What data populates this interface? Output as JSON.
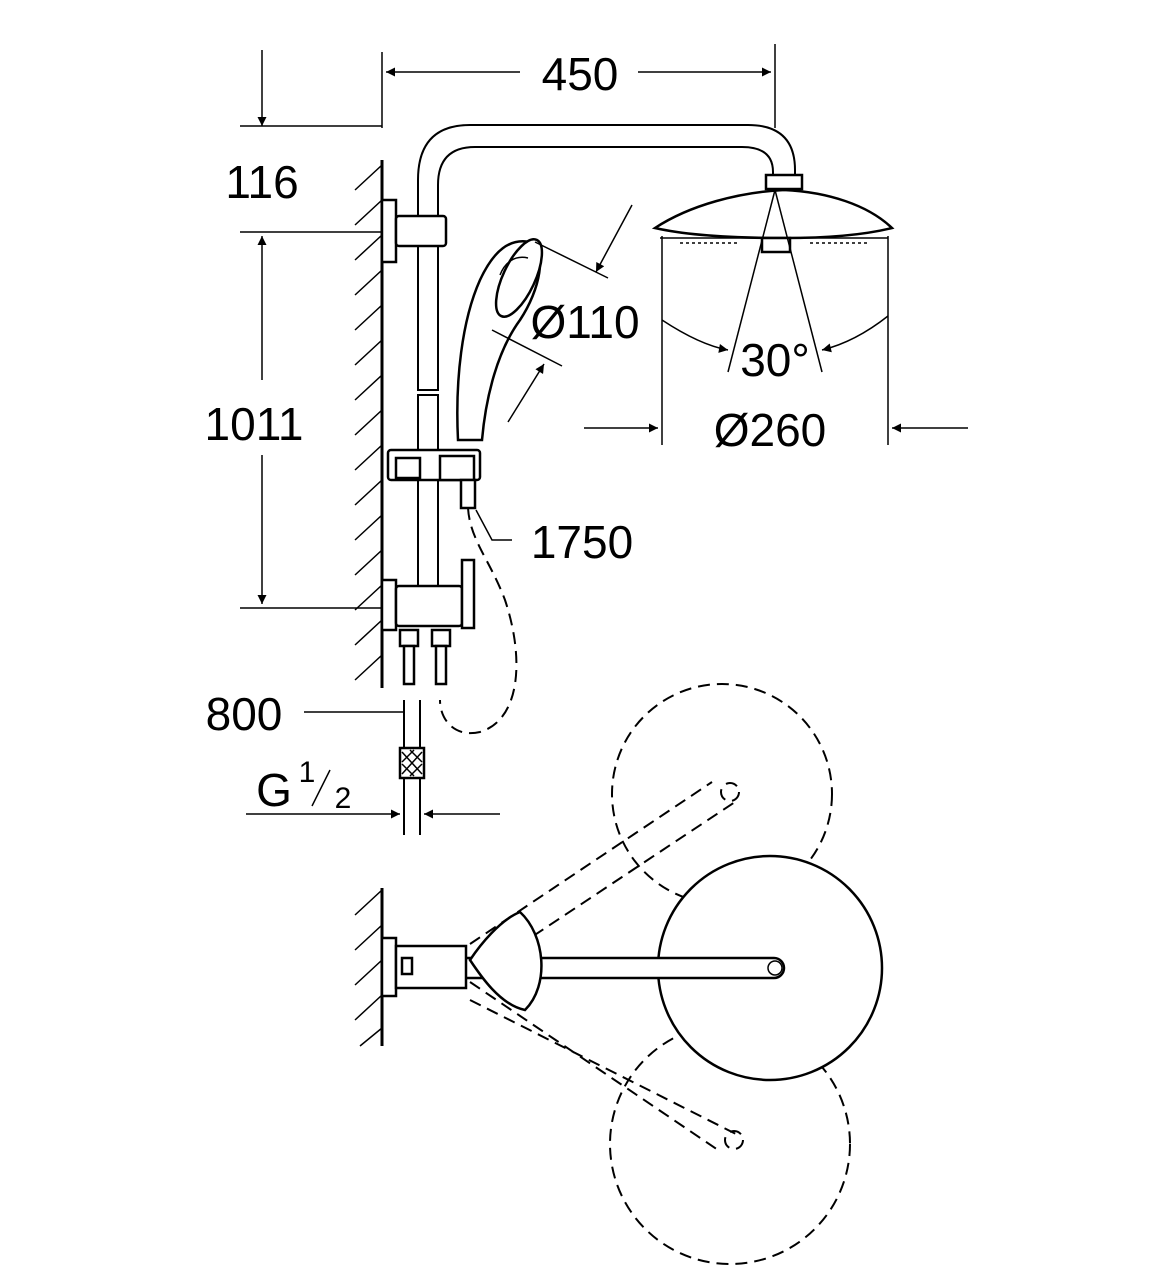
{
  "dimensions": {
    "width_450": "450",
    "offset_116": "116",
    "height_1011": "1011",
    "hand_shower_diameter": "Ø110",
    "spray_angle": "30°",
    "head_diameter": "Ø260",
    "hose_length": "1750",
    "pipe_length": "800",
    "thread_main": "G",
    "thread_num": "1",
    "thread_den": "2"
  }
}
